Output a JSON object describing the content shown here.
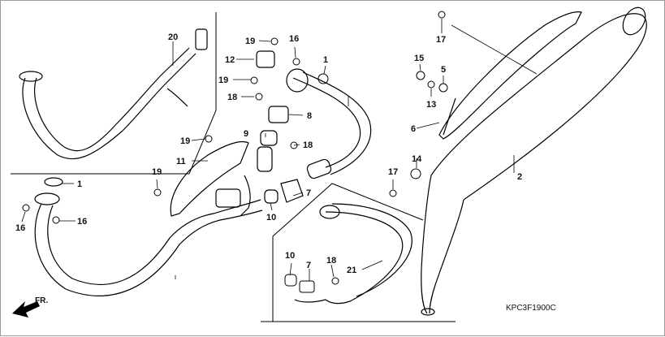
{
  "diagram": {
    "code": "KPC3F1900C",
    "front_label": "FR.",
    "callouts": {
      "p1a": "1",
      "p1b": "1",
      "p2": "2",
      "p5": "5",
      "p6": "6",
      "p7a": "7",
      "p7b": "7",
      "p8": "8",
      "p9": "9",
      "p10a": "10",
      "p10b": "10",
      "p11": "11",
      "p12": "12",
      "p13": "13",
      "p14": "14",
      "p15": "15",
      "p16a": "16",
      "p16b": "16",
      "p16c": "16",
      "p17a": "17",
      "p17b": "17",
      "p18a": "18",
      "p18b": "18",
      "p18c": "18",
      "p19a": "19",
      "p19b": "19",
      "p19c": "19",
      "p19d": "19",
      "p20": "20",
      "p21": "21"
    }
  }
}
